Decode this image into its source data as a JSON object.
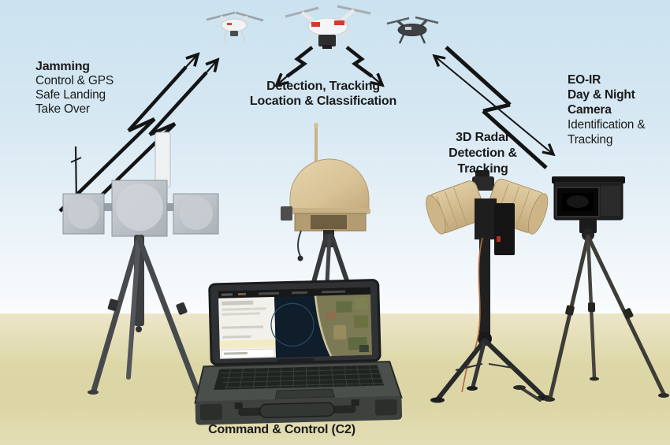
{
  "diagram": {
    "jamming": {
      "title": "Jamming",
      "line1": "Control & GPS",
      "line2": "Safe Landing",
      "line3": "Take Over"
    },
    "detection": {
      "line1": "Detection, Tracking",
      "line2": "Location & Classification"
    },
    "radar": {
      "line1": "3D Radar",
      "line2": "Detection &",
      "line3": "Tracking"
    },
    "eoir": {
      "line1": "EO-IR",
      "line2": "Day & Night",
      "line3": "Camera",
      "line4": "Identification &",
      "line5": "Tracking"
    },
    "c2": {
      "label": "Command & Control (C2)"
    },
    "icons": {
      "drone_left": "white-quadcopter-drone-icon",
      "drone_middle": "white-quadcopter-camera-drone-icon",
      "drone_right": "dark-quadcopter-drone-icon",
      "jammer": "jammer-antenna-array-icon",
      "rf_dome": "rf-dome-sensor-icon",
      "radar": "3d-radar-unit-icon",
      "eoir_camera": "eo-ir-camera-icon",
      "laptop": "rugged-c2-laptop-icon",
      "arrows": "zigzag-signal-arrow-icon"
    },
    "colors": {
      "sky_top": "#cbe2f0",
      "sky_bottom": "#fafcfd",
      "ground": "#ddd7a8",
      "text": "#1a1a1a",
      "arrow": "#141414",
      "equipment_tan": "#d8c296",
      "panel_gray": "#bfc5ca"
    }
  }
}
